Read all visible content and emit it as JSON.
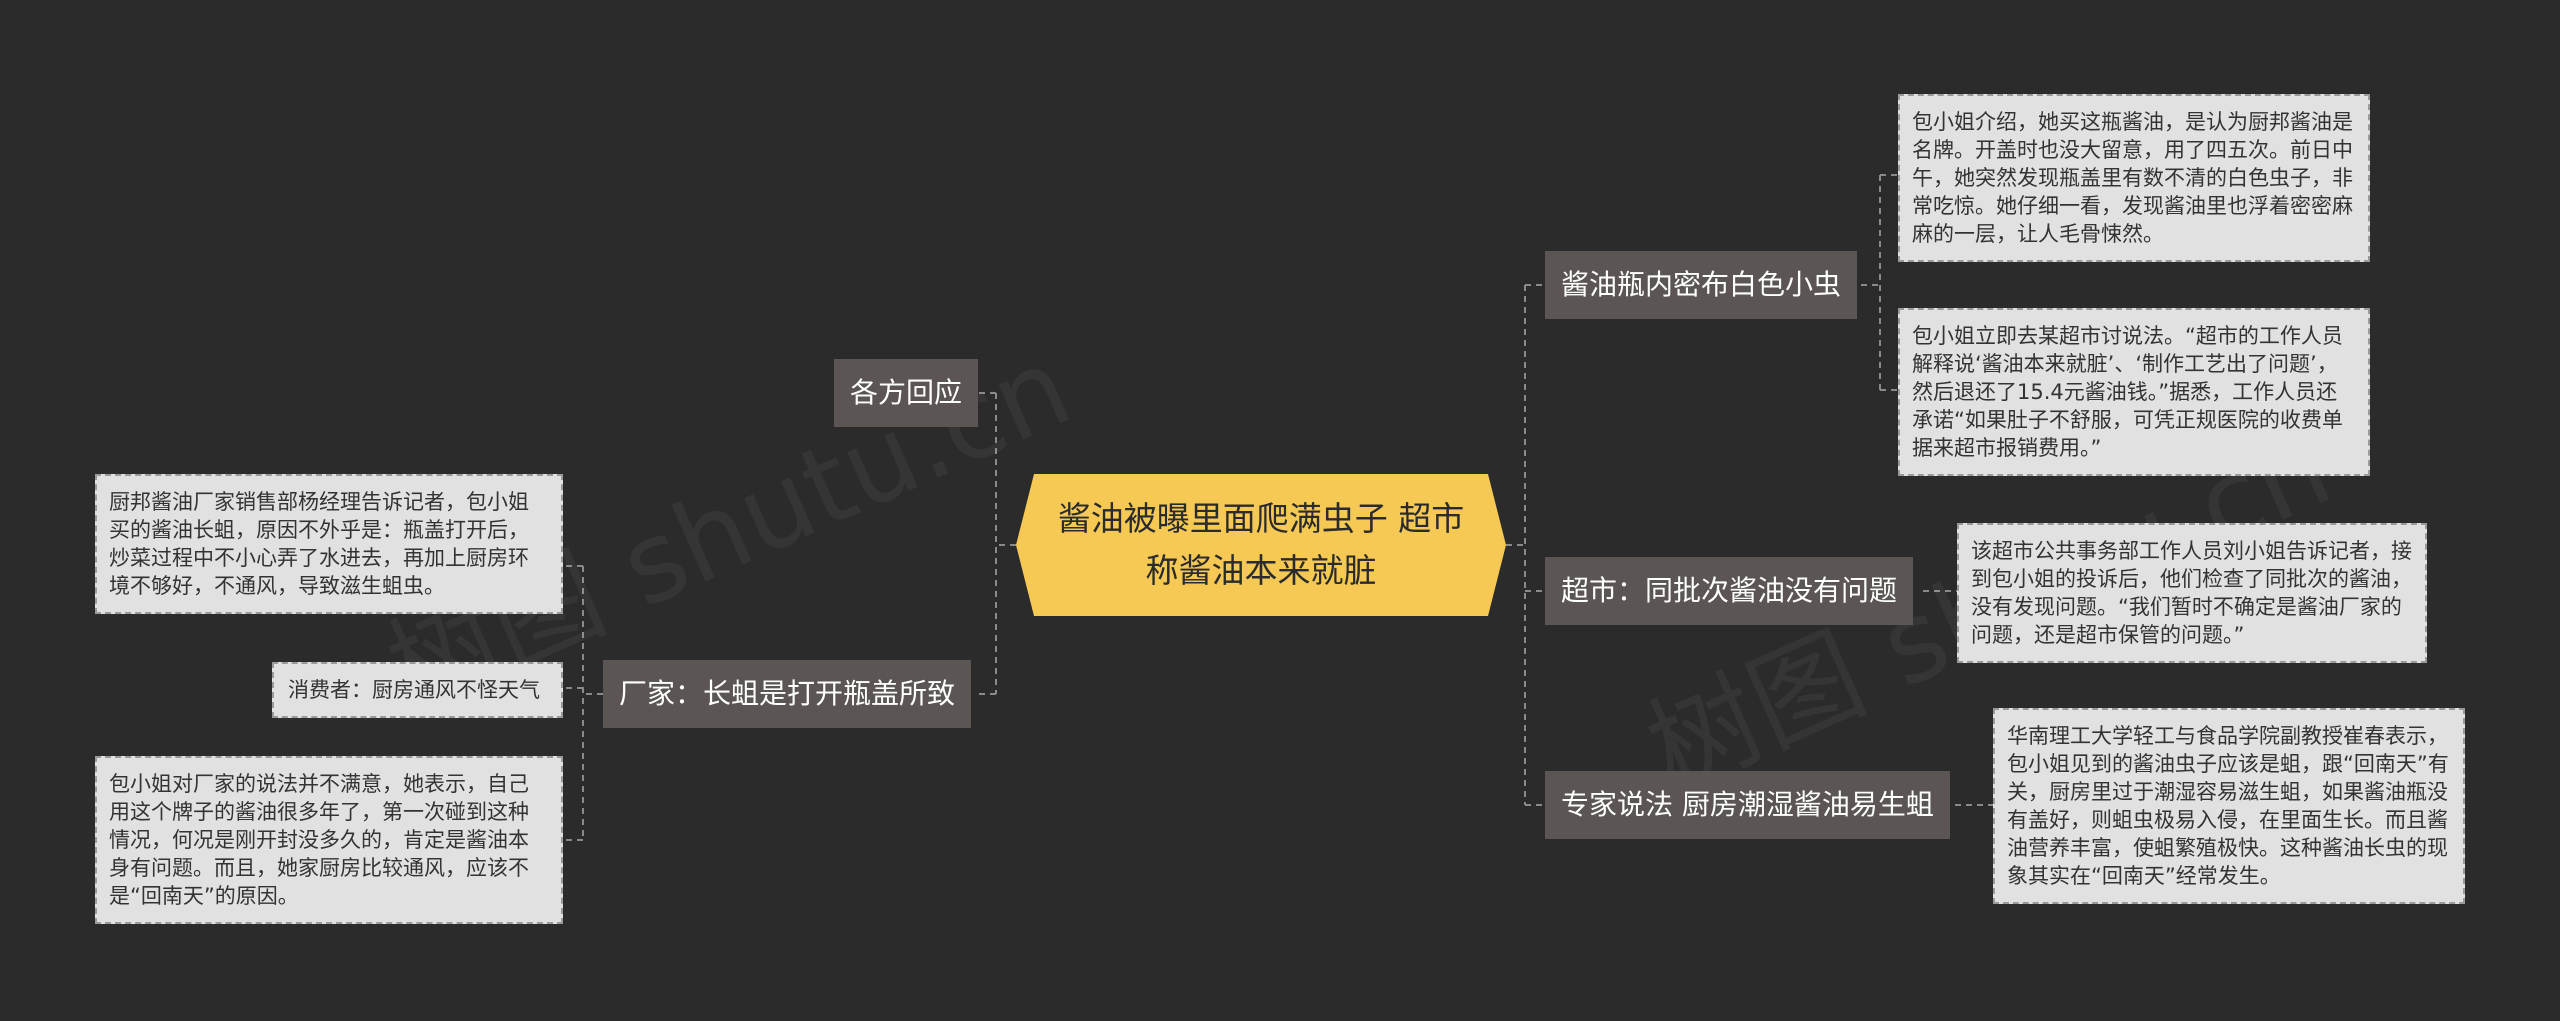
{
  "central": "酱油被曝里面爬满虫子 超市称酱油本来就脏",
  "left_topics": {
    "response": "各方回应",
    "factory": "厂家：长蛆是打开瓶盖所致"
  },
  "left_notes": {
    "factory_manager": "厨邦酱油厂家销售部杨经理告诉记者，包小姐买的酱油长蛆，原因不外乎是：瓶盖打开后，炒菜过程中不小心弄了水进去，再加上厨房环境不够好，不通风，导致滋生蛆虫。",
    "consumer": "消费者：厨房通风不怪天气",
    "consumer_detail": "包小姐对厂家的说法并不满意，她表示，自己用这个牌子的酱油很多年了，第一次碰到这种情况，何况是刚开封没多久的，肯定是酱油本身有问题。而且，她家厨房比较通风，应该不是“回南天”的原因。"
  },
  "right_topics": {
    "bugs": "酱油瓶内密布白色小虫",
    "supermarket": "超市：同批次酱油没有问题",
    "expert": "专家说法 厨房潮湿酱油易生蛆"
  },
  "right_notes": {
    "intro": "包小姐介绍，她买这瓶酱油，是认为厨邦酱油是名牌。开盖时也没大留意，用了四五次。前日中午，她突然发现瓶盖里有数不清的白色虫子，非常吃惊。她仔细一看，发现酱油里也浮着密密麻麻的一层，让人毛骨悚然。",
    "complaint": "包小姐立即去某超市讨说法。“超市的工作人员解释说‘酱油本来就脏’、‘制作工艺出了问题’，然后退还了15.4元酱油钱。”据悉，工作人员还承诺“如果肚子不舒服，可凭正规医院的收费单据来超市报销费用。”",
    "supermarket_detail": "该超市公共事务部工作人员刘小姐告诉记者，接到包小姐的投诉后，他们检查了同批次的酱油，没有发现问题。“我们暂时不确定是酱油厂家的问题，还是超市保管的问题。”",
    "expert_detail": "华南理工大学轻工与食品学院副教授崔春表示，包小姐见到的酱油虫子应该是蛆，跟“回南天”有关，厨房里过于潮湿容易滋生蛆，如果酱油瓶没有盖好，则蛆虫极易入侵，在里面生长。而且酱油营养丰富，使蛆繁殖极快。这种酱油长虫的现象其实在“回南天”经常发生。"
  },
  "watermarks": [
    "树图 shutu.cn",
    "树图 shutu.cn"
  ],
  "colors": {
    "background": "#2b2b2b",
    "central_fill": "#f5c954",
    "topic_fill": "#5b5653",
    "note_fill": "#e1e1e1",
    "line": "#8a8a8a"
  }
}
